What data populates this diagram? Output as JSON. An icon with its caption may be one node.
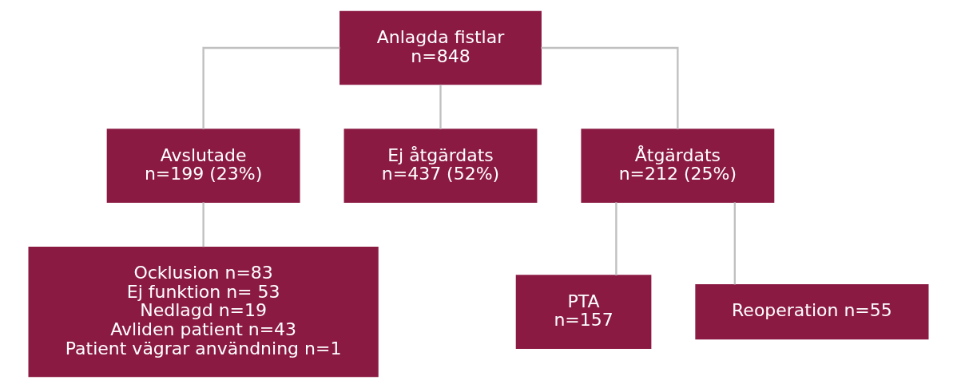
{
  "diagram": {
    "nodes": [
      {
        "text": [
          "Anlagda fistlar",
          "n=848"
        ]
      },
      {
        "text": [
          "Avslutade",
          "n=199 (23%)"
        ]
      },
      {
        "text": [
          "Ej åtgärdats",
          "n=437 (52%)"
        ]
      },
      {
        "text": [
          "Åtgärdats",
          "n=212 (25%)"
        ]
      },
      {
        "text": [
          "Ocklusion n=83",
          "Ej funktion n= 53",
          "Nedlagd n=19",
          "Avliden patient n=43",
          "Patient vägrar användning n=1"
        ]
      },
      {
        "text": [
          "PTA",
          "n=157"
        ]
      },
      {
        "text": [
          "Reoperation n=55"
        ]
      }
    ],
    "edges": [
      {
        "from": 0,
        "to": 1,
        "arrow": "none"
      },
      {
        "from": 0,
        "to": 2,
        "arrow": "none"
      },
      {
        "from": 0,
        "to": 3,
        "arrow": "none"
      },
      {
        "from": 1,
        "to": 4,
        "arrow": "none"
      },
      {
        "from": 3,
        "to": 5,
        "arrow": "none"
      },
      {
        "from": 3,
        "to": 6,
        "arrow": "none"
      }
    ]
  }
}
